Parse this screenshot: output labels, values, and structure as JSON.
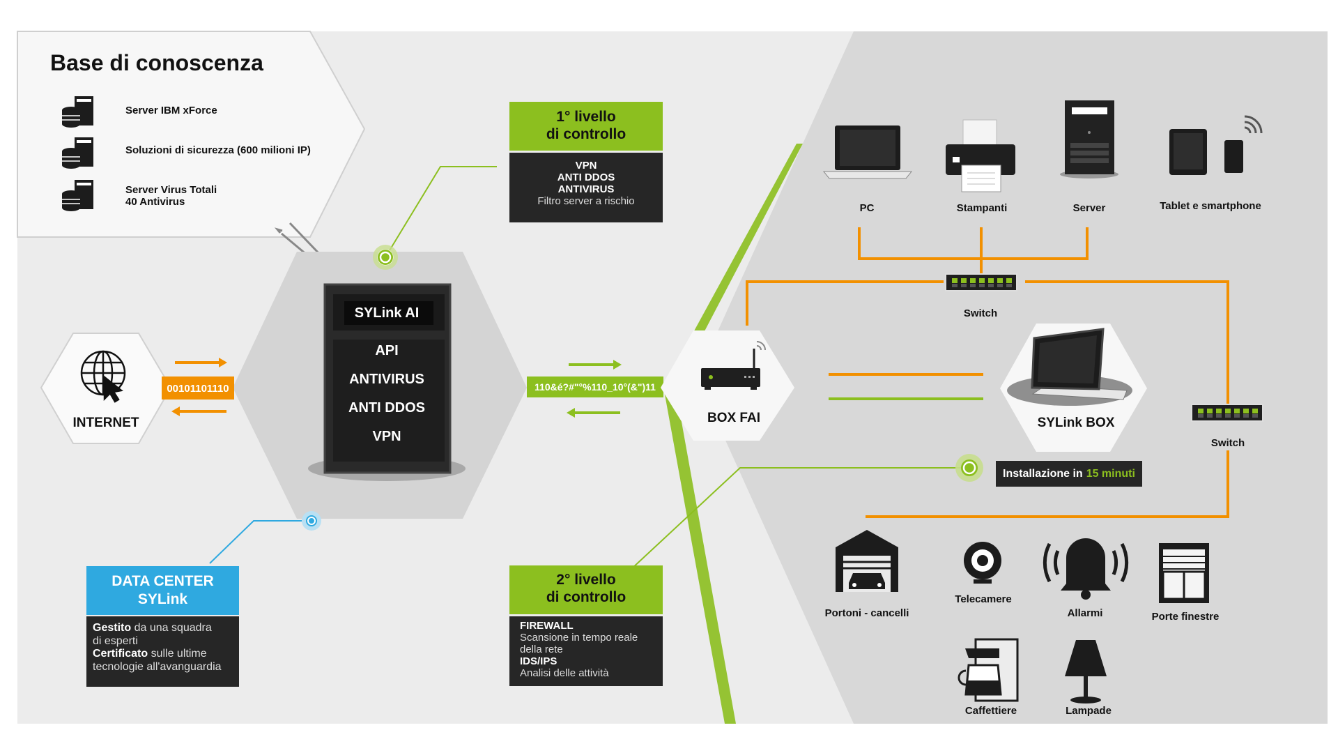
{
  "knowledge": {
    "title": "Base di conoscenza",
    "items": [
      {
        "icon": "server-stack-icon",
        "label": "Server IBM xForce"
      },
      {
        "icon": "server-stack-icon",
        "label": "Soluzioni di sicurezza (600 milioni IP)"
      },
      {
        "icon": "server-stack-icon",
        "label_line1": "Server Virus Totali",
        "label_line2": "40 Antivirus"
      }
    ]
  },
  "internet": {
    "label": "INTERNET",
    "icon": "globe-cursor-icon",
    "binary": "00101101110"
  },
  "sylink_ai": {
    "header": "SYLink AI",
    "items": [
      "API",
      "ANTIVIRUS",
      "ANTI DDOS",
      "VPN"
    ]
  },
  "stream_text": "110&é?#\"°%110_10°(&\")11",
  "level1": {
    "title_line1": "1° livello",
    "title_line2": "di controllo",
    "items": [
      "VPN",
      "ANTI DDOS",
      "ANTIVIRUS"
    ],
    "note": "Filtro server a rischio"
  },
  "level2": {
    "title_line1": "2° livello",
    "title_line2": "di controllo",
    "lines": [
      {
        "text": "FIREWALL",
        "bold": true
      },
      {
        "text": "Scansione in tempo reale",
        "bold": false
      },
      {
        "text": "della rete",
        "bold": false
      },
      {
        "text": "IDS/IPS",
        "bold": true
      },
      {
        "text": "Analisi delle attività",
        "bold": false
      }
    ]
  },
  "datacenter": {
    "title_line1": "DATA CENTER",
    "title_line2": "SYLink",
    "line1_bold": "Gestito",
    "line1_rest": "da una squadra",
    "line2": "di esperti",
    "line3_bold": "Certificato",
    "line3_rest": "sulle ultime",
    "line4": "tecnologie all'avanguardia"
  },
  "box_fai": {
    "label": "BOX FAI",
    "icon": "router-icon"
  },
  "sylink_box": {
    "label": "SYLink BOX",
    "icon": "tablet-device-icon"
  },
  "install": {
    "text": "Installazione in",
    "highlight": "15 minuti"
  },
  "switch_top": {
    "label": "Switch",
    "icon": "network-switch-icon"
  },
  "switch_right": {
    "label": "Switch",
    "icon": "network-switch-icon"
  },
  "devices_top": [
    {
      "label": "PC",
      "icon": "laptop-icon"
    },
    {
      "label": "Stampanti",
      "icon": "printer-icon"
    },
    {
      "label": "Server",
      "icon": "server-tower-icon"
    },
    {
      "label": "Tablet e smartphone",
      "icon": "tablet-phone-icon"
    }
  ],
  "devices_bottom": [
    {
      "label": "Portoni - cancelli",
      "icon": "garage-icon"
    },
    {
      "label": "Telecamere",
      "icon": "webcam-icon"
    },
    {
      "label": "Allarmi",
      "icon": "alarm-bell-icon"
    },
    {
      "label": "Porte finestre",
      "icon": "window-door-icon"
    },
    {
      "label": "Caffettiere",
      "icon": "coffee-maker-icon"
    },
    {
      "label": "Lampade",
      "icon": "lamp-icon"
    }
  ],
  "colors": {
    "green": "#8cbf1f",
    "orange": "#f29000",
    "blue": "#2fa9e0",
    "dark": "#262626"
  }
}
